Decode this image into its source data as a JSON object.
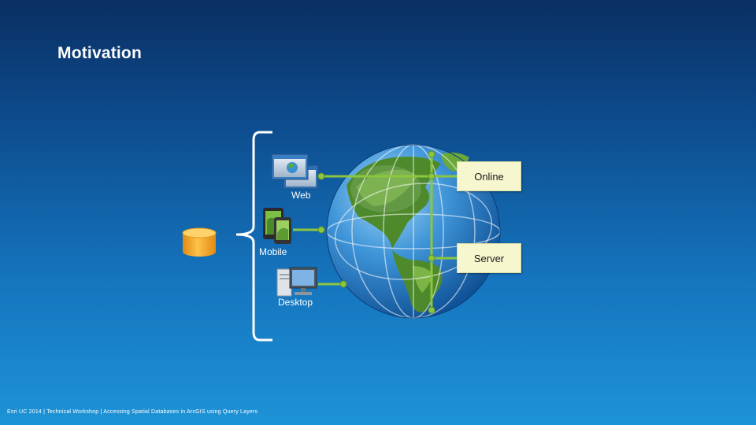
{
  "slide": {
    "title": "Motivation",
    "footer": "Esri UC 2014 | Technical Workshop |   Accessing Spatial Databases in ArcGIS using Query Layers"
  },
  "clients": [
    {
      "label": "Web",
      "icon": "web-browser-icon"
    },
    {
      "label": "Mobile",
      "icon": "mobile-devices-icon"
    },
    {
      "label": "Desktop",
      "icon": "desktop-computer-icon"
    }
  ],
  "platforms": [
    {
      "label": "Online"
    },
    {
      "label": "Server"
    }
  ],
  "icons": {
    "database": "database-icon",
    "globe": "globe-icon",
    "bracket": "bracket-icon"
  },
  "colors": {
    "connector": "#8cc63f",
    "database": "#f5a623",
    "label_box": "#f6f7cf"
  }
}
